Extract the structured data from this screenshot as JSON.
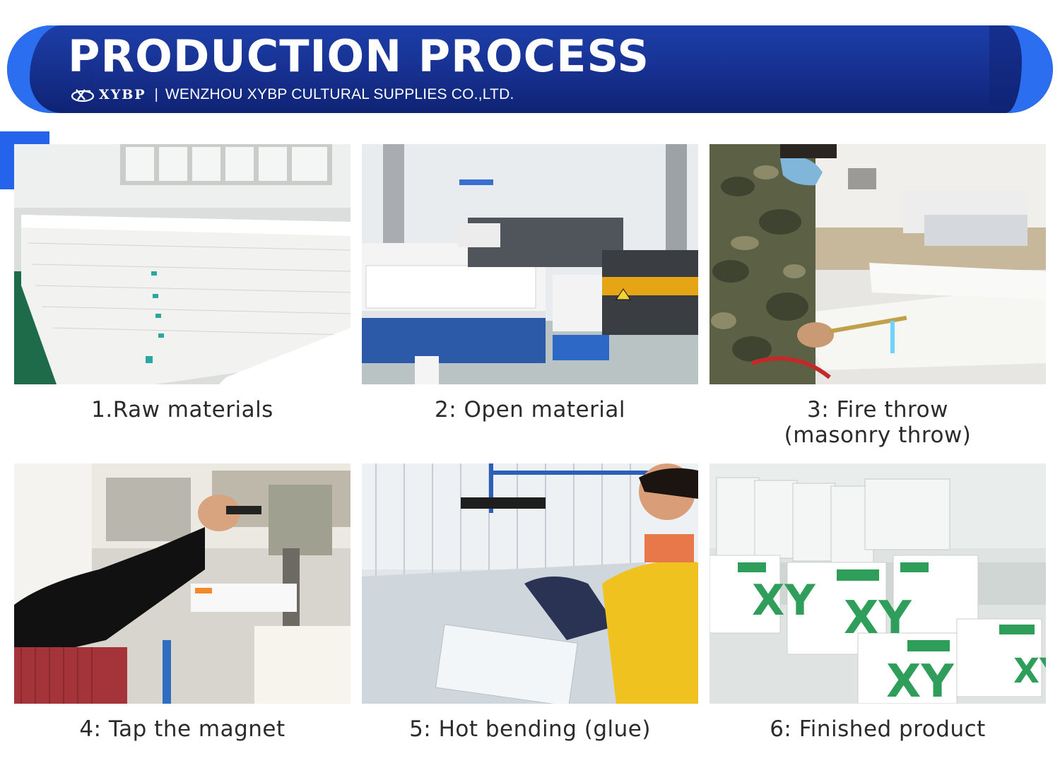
{
  "header": {
    "title": "PRODUCTION PROCESS",
    "logo_text": "XYBP",
    "divider": "|",
    "company": "WENZHOU XYBP CULTURAL SUPPLIES CO.,LTD."
  },
  "steps": [
    {
      "caption": "1.Raw materials",
      "caption_line2": ""
    },
    {
      "caption": "2: Open material",
      "caption_line2": ""
    },
    {
      "caption": "3: Fire throw",
      "caption_line2": "(masonry throw)"
    },
    {
      "caption": "4: Tap the magnet",
      "caption_line2": ""
    },
    {
      "caption": "5: Hot bending (glue)",
      "caption_line2": ""
    },
    {
      "caption": "6: Finished product",
      "caption_line2": ""
    }
  ],
  "product_label": "XY",
  "colors": {
    "banner": "#16308f",
    "accent": "#2563ea",
    "caption_text": "#2b2b2b"
  }
}
